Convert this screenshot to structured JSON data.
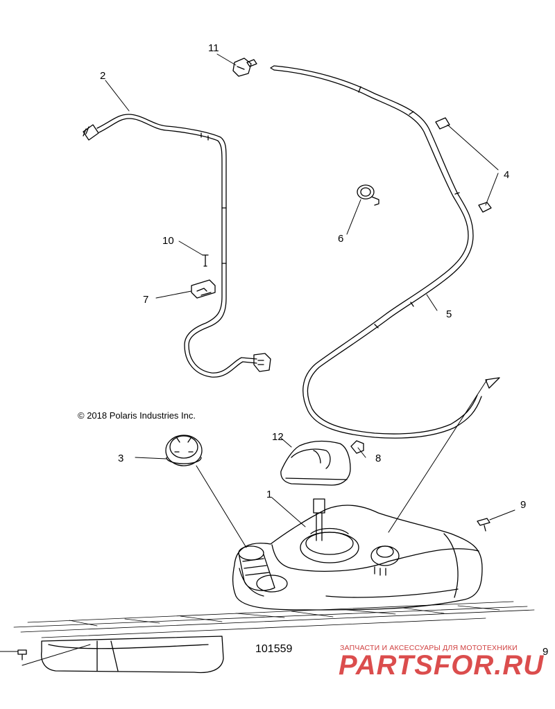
{
  "callouts": [
    "1",
    "2",
    "3",
    "4",
    "5",
    "6",
    "7",
    "8",
    "9",
    "10",
    "11",
    "12"
  ],
  "callout_9b": "9",
  "copyright": "© 2018 Polaris Industries Inc.",
  "figure_id": "101559",
  "watermark": {
    "tagline": "ЗАПЧАСТИ И АКСЕССУАРЫ ДЛЯ МОТОТЕХНИКИ",
    "logo_text": "PARTSFOR.RU",
    "color": "#d83a3a"
  }
}
